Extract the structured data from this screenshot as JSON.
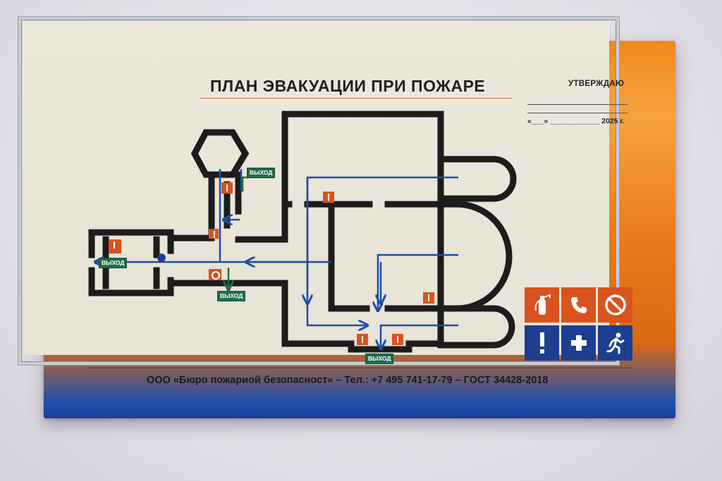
{
  "sign": {
    "title": "ПЛАН ЭВАКУАЦИИ ПРИ ПОЖАРЕ",
    "approval": {
      "label": "УТВЕРЖДАЮ",
      "date_line": "«___» ____________ 2025 г."
    },
    "footer": "ООО «Бюро пожариой безопасност» – Тел.: +7 495 741-17-79 – ГОСТ 34428-2018"
  },
  "exits": {
    "top": "ВЫХОД",
    "left": "ВЫХОД",
    "center": "ВЫХОД",
    "bottom": "ВЫХОД"
  },
  "legend": {
    "items": [
      {
        "icon": "fire-extinguisher-icon",
        "color": "#d9531e"
      },
      {
        "icon": "phone-icon",
        "color": "#d9531e"
      },
      {
        "icon": "prohibition-icon",
        "color": "#d9531e"
      },
      {
        "icon": "exclamation-icon",
        "color": "#1d3f8f"
      },
      {
        "icon": "first-aid-cross-icon",
        "color": "#1d3f8f"
      },
      {
        "icon": "running-man-exit-icon",
        "color": "#1d3f8f"
      }
    ]
  },
  "colors": {
    "frame_orange": "#f08a1e",
    "frame_blue": "#1d4fb0",
    "wall": "#1c1c1c",
    "route": "#1b4fa8",
    "exit_green": "#1f6e4a",
    "extinguisher_red": "#d9531e"
  }
}
